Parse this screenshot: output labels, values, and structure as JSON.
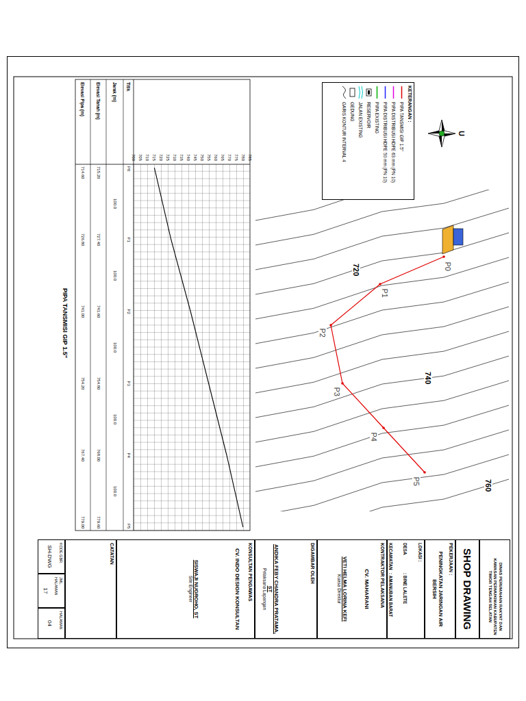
{
  "diagram": {
    "nodes": [
      {
        "text": [
          "DINAS PERUMAHAN RAKYAT DAN KAWASAN PERMUKIMAN KABUPATEN TIMOR TENGAH SELATAN"
        ]
      },
      {
        "text": [
          "SHOP DRAWING"
        ]
      },
      {
        "text": [
          "PEKERJAAN :",
          "PENINGKATAN JARINGAN AIR BERSIH"
        ]
      },
      {
        "text": [
          "LOKASI :",
          "DESA",
          ": BINE LALETE",
          "KECAMATAN",
          ": AMANUBAN BARAT"
        ]
      },
      {
        "text": [
          "KONTRAKTOR PELAKSANA",
          "CV. MAHARANI",
          "VETI HELMA LORINA KEFI",
          "Kuasa Direktur"
        ]
      },
      {
        "text": [
          "DIGAMBAR OLEH",
          "ANDIKA FEBY CHANDRA PRATAMA, ST",
          "Pelaksana Lapangan"
        ]
      },
      {
        "text": [
          "KONSULTAN PENGAWAS",
          "CV. INDO DESIGN KONSULTAN",
          "SISWAJI NUGROHO, ST",
          "Site Engineer"
        ]
      },
      {
        "text": [
          "CATATAN"
        ]
      },
      {
        "text": [
          "KODE GBR.",
          "SH-DWG"
        ]
      },
      {
        "text": [
          "JML. HALAMAN",
          "17"
        ]
      },
      {
        "text": [
          "HALAMAN",
          "04"
        ]
      },
      {
        "text": [
          "KETERANGAN :"
        ]
      }
    ],
    "labels": [
      "P0",
      "P1",
      "P2",
      "P3",
      "P4",
      "P5",
      "720",
      "740",
      "760",
      "U",
      "700",
      "705",
      "710",
      "715",
      "720",
      "725",
      "730",
      "735",
      "740",
      "745",
      "750",
      "755",
      "760",
      "765",
      "770",
      "775",
      "780",
      "785",
      "Titik",
      "Jarak (m)",
      "Elevasi Tanah (m)",
      "Elevasi Pipa (m)",
      "P0",
      "P1",
      "P2",
      "P3",
      "P4",
      "P5",
      "100.0",
      "100.0",
      "100.0",
      "100.0",
      "100.0",
      "715.20",
      "727.40",
      "741.60",
      "754.80",
      "768.00",
      "779.60",
      "714.60",
      "726.80",
      "741.00",
      "754.20",
      "767.40",
      "779.00",
      "PIPA TANSMISI GIP 1.5\""
    ],
    "legend": [
      {
        "text": "PIPA TANSMISI GIP 1.5\"",
        "color": "#e00000"
      },
      {
        "text": "PIPA DISTRIBUSI HDPE 63 mm (PN 10)",
        "color": "#e000e0"
      },
      {
        "text": "PIPA DISTRIBUSI HDPE 50 mm (PN 10)",
        "color": "#2020ff"
      },
      {
        "text": "PIPA EXISTING",
        "color": "#00b000"
      },
      {
        "text": "RESERVOIR"
      },
      {
        "text": "JALAN EXISTING",
        "color": "#00c8c8"
      },
      {
        "text": "GEDUNG"
      },
      {
        "text": "GARIS KONTUR INTERVAL 4"
      }
    ]
  }
}
